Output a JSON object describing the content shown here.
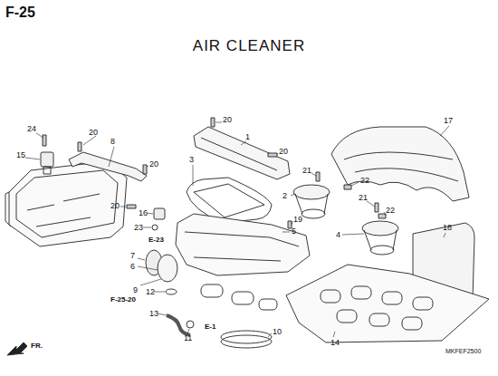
{
  "diagram": {
    "title": "AIR CLEANER",
    "labels": [
      "F-25",
      "24",
      "20",
      "15",
      "8",
      "20",
      "20",
      "16",
      "23",
      "E-23",
      "7",
      "6",
      "9",
      "F-25-20",
      "12",
      "13",
      "11",
      "E-1",
      "10",
      "3",
      "1",
      "20",
      "20",
      "19",
      "5",
      "2",
      "21",
      "22",
      "4",
      "21",
      "22",
      "17",
      "18",
      "14",
      "FR.",
      "MKFEF2500"
    ]
  }
}
